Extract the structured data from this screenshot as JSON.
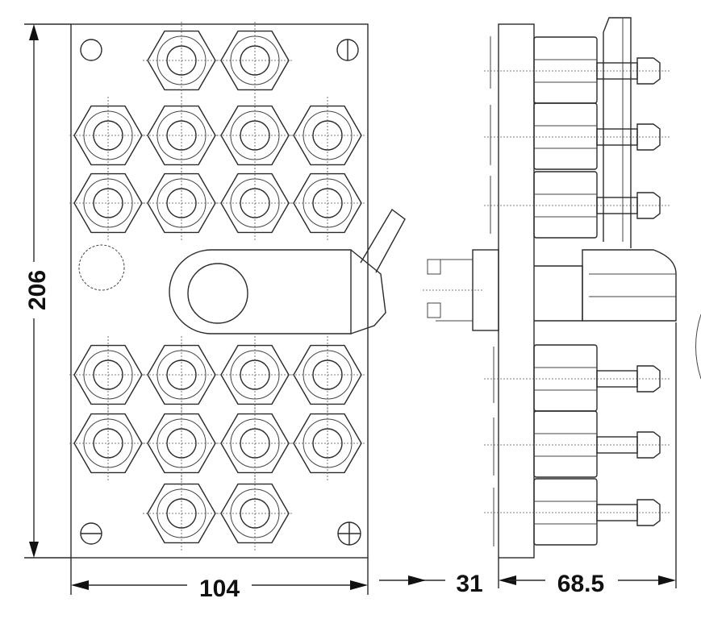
{
  "dimensions": {
    "height_label": "206",
    "width_label": "104",
    "depth_front_label": "31",
    "depth_rear_label": "68.5"
  },
  "colors": {
    "line": "#2a2a2a",
    "background": "#ffffff"
  }
}
